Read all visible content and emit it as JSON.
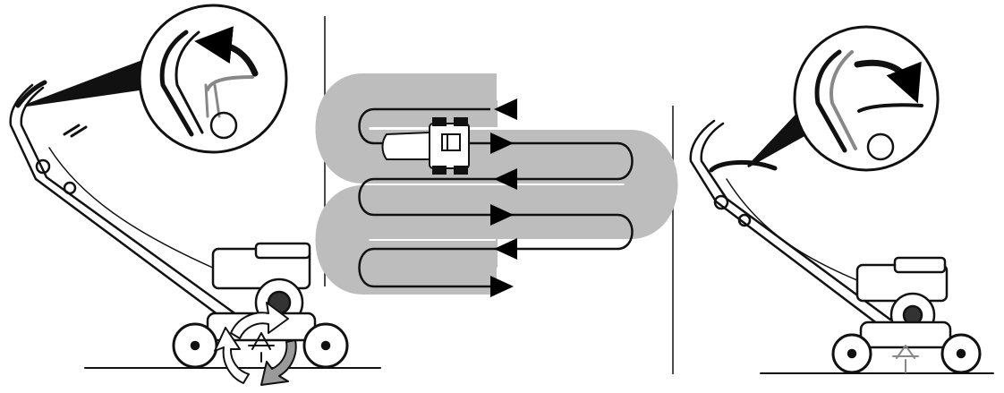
{
  "panels": [
    {
      "id": "engage",
      "handle_state": "lever-pulled-up",
      "motion": "tines-rotating"
    },
    {
      "id": "pattern",
      "rows": 6,
      "pass_directions": [
        "left",
        "right",
        "left",
        "right",
        "left",
        "right"
      ]
    },
    {
      "id": "disengage",
      "handle_state": "lever-released-down",
      "motion": "stationary"
    }
  ],
  "colors": {
    "line": "#111111",
    "path_band": "#bdbdbd",
    "arrow": "#000000",
    "lever_active": "#8a8a8a",
    "rotation_arrow_light": "#ffffff",
    "rotation_arrow_dark": "#9a9a9a"
  },
  "icons": [
    "curved-arrow-up-icon",
    "curved-arrow-down-icon",
    "rotation-arrows-icon",
    "direction-arrow-icon"
  ]
}
